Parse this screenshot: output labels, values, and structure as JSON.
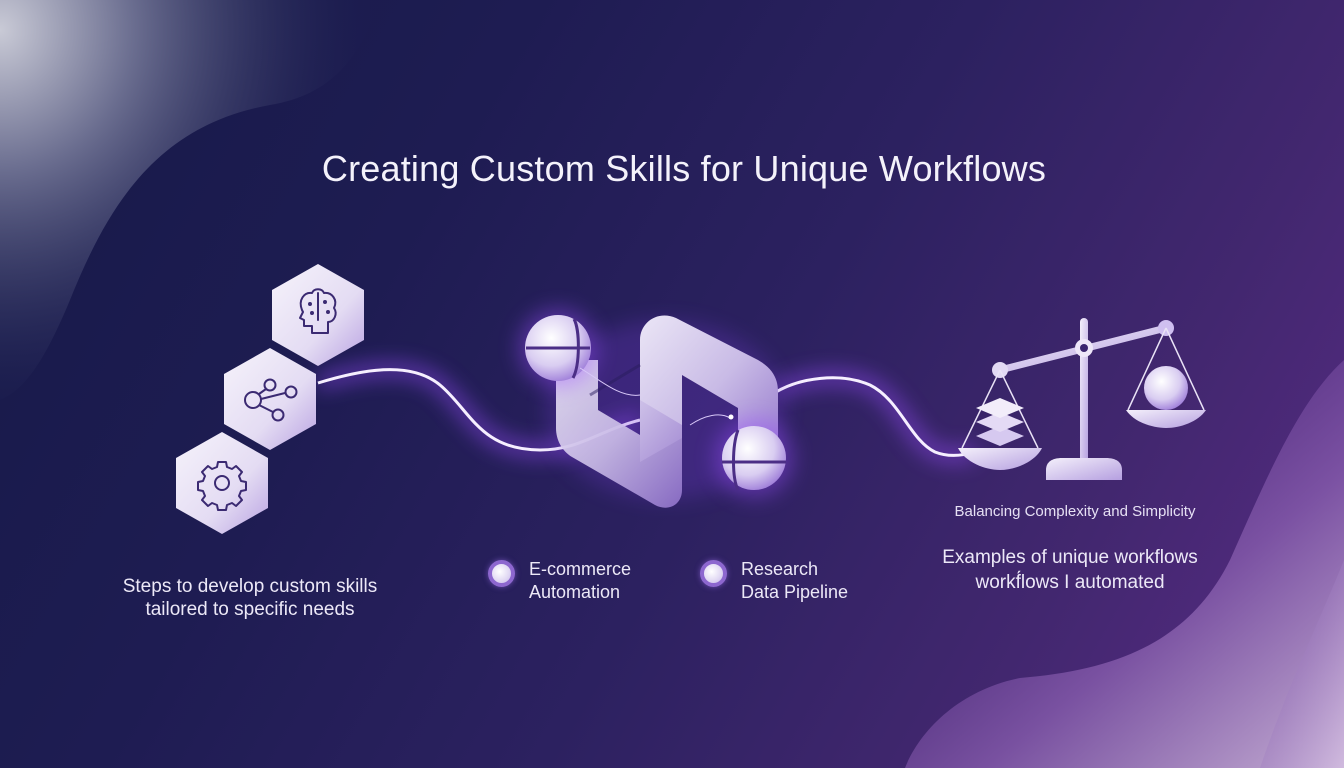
{
  "slide": {
    "title": "Creating Custom Skills for Unique Workflows"
  },
  "left_section": {
    "hexagons": [
      {
        "icon": "brain-head-icon"
      },
      {
        "icon": "share-nodes-icon"
      },
      {
        "icon": "gear-icon"
      }
    ],
    "caption_line1": "Steps to develop custom skills",
    "caption_line2": "tailored to specific needs"
  },
  "center_section": {
    "graphic": "workflow-path-logo",
    "examples": [
      {
        "line1": "E-commerce",
        "line2": "Automation"
      },
      {
        "line1": "Research",
        "line2": "Data Pipeline"
      }
    ]
  },
  "right_section": {
    "graphic": "balance-scale-icon",
    "balance_caption": "Balancing Complexity and Simplicity",
    "examples_line1": "Examples of unique workflows",
    "examples_line2": "workf́lows I automated"
  },
  "colors": {
    "bg_dark": "#161a48",
    "bg_purple": "#5a2c86",
    "accent_glow": "#9b4dff",
    "icon_light": "#ece6f8",
    "icon_stroke": "#3b2a72",
    "text": "#f4f2fb"
  }
}
